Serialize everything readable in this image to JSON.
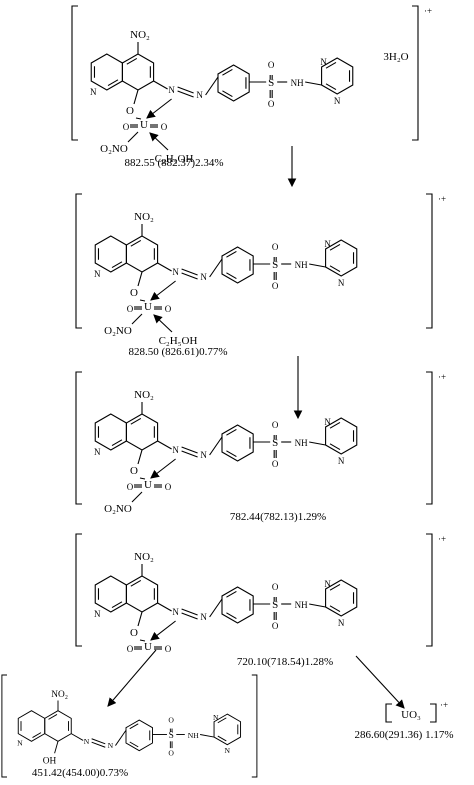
{
  "structures": [
    {
      "id": "s1",
      "charge": "·+",
      "solvate": "3H₂O",
      "ligands": [
        "O₂NO",
        "C₂H₅OH"
      ],
      "caption": "882.55 (882.37)2.34%"
    },
    {
      "id": "s2",
      "charge": "·+",
      "ligands": [
        "O₂NO",
        "C₂H₅OH"
      ],
      "caption": "828.50 (826.61)0.77%"
    },
    {
      "id": "s3",
      "charge": "·+",
      "ligands": [
        "O₂NO"
      ],
      "caption": "782.44(782.13)1.29%"
    },
    {
      "id": "s4",
      "charge": "·+",
      "ligands": [],
      "caption": "720.10(718.54)1.28%"
    },
    {
      "id": "s5",
      "charge": "",
      "ligands": [],
      "caption": "451.42(454.00)0.73%"
    }
  ],
  "atoms": {
    "nitro": "NO₂",
    "uranium": "U",
    "oxygen": "O",
    "nitrogen": "N",
    "sulfur": "S",
    "nh": "NH",
    "hydroxyl": "OH",
    "ethanol": "C₂H₅OH",
    "nitrate": "O₂NO"
  },
  "uo3": {
    "formula": "UO₃",
    "charge": "·+",
    "caption": "286.60(291.36) 1.17%"
  }
}
